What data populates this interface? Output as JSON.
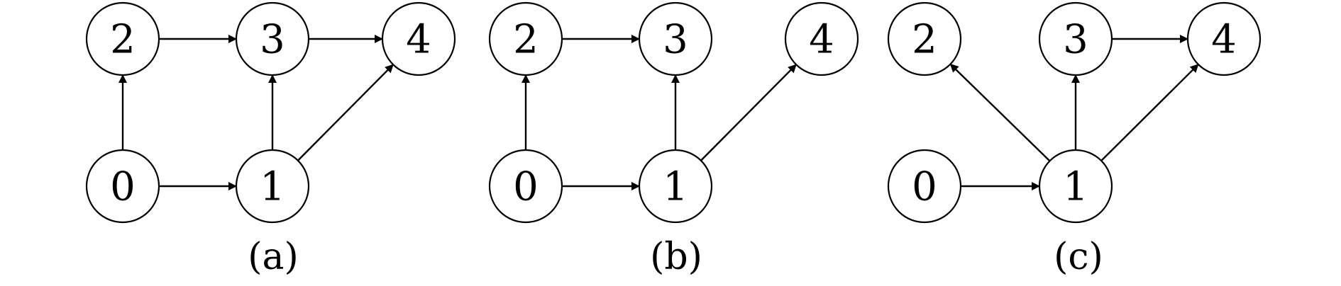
{
  "panels": [
    {
      "caption": "(a)",
      "nodes": [
        {
          "id": "0",
          "label": "0"
        },
        {
          "id": "1",
          "label": "1"
        },
        {
          "id": "2",
          "label": "2"
        },
        {
          "id": "3",
          "label": "3"
        },
        {
          "id": "4",
          "label": "4"
        }
      ],
      "edges": [
        {
          "from": "0",
          "to": "2"
        },
        {
          "from": "0",
          "to": "1"
        },
        {
          "from": "2",
          "to": "3"
        },
        {
          "from": "3",
          "to": "4"
        },
        {
          "from": "1",
          "to": "3"
        },
        {
          "from": "1",
          "to": "4"
        }
      ]
    },
    {
      "caption": "(b)",
      "nodes": [
        {
          "id": "0",
          "label": "0"
        },
        {
          "id": "1",
          "label": "1"
        },
        {
          "id": "2",
          "label": "2"
        },
        {
          "id": "3",
          "label": "3"
        },
        {
          "id": "4",
          "label": "4"
        }
      ],
      "edges": [
        {
          "from": "0",
          "to": "2"
        },
        {
          "from": "0",
          "to": "1"
        },
        {
          "from": "2",
          "to": "3"
        },
        {
          "from": "1",
          "to": "3"
        },
        {
          "from": "1",
          "to": "4"
        }
      ]
    },
    {
      "caption": "(c)",
      "nodes": [
        {
          "id": "0",
          "label": "0"
        },
        {
          "id": "1",
          "label": "1"
        },
        {
          "id": "2",
          "label": "2"
        },
        {
          "id": "3",
          "label": "3"
        },
        {
          "id": "4",
          "label": "4"
        }
      ],
      "edges": [
        {
          "from": "0",
          "to": "1"
        },
        {
          "from": "1",
          "to": "2"
        },
        {
          "from": "1",
          "to": "3"
        },
        {
          "from": "3",
          "to": "4"
        },
        {
          "from": "1",
          "to": "4"
        }
      ]
    }
  ]
}
